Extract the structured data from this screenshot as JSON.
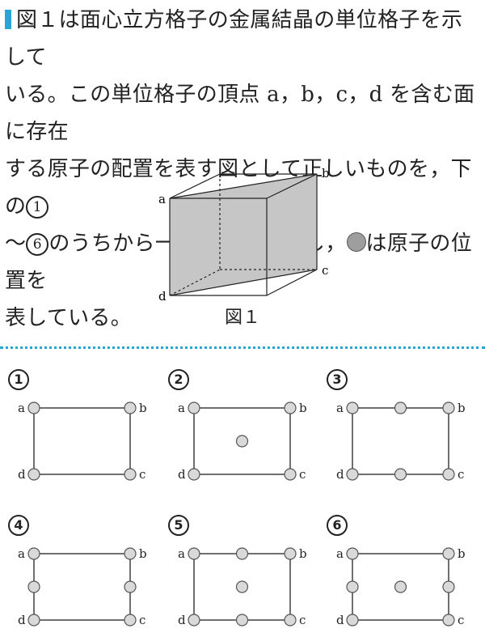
{
  "question": {
    "line1": "図１は面心立方格子の金属結晶の単位格子を示して",
    "line2": "いる。この単位格子の頂点 a，b，c，d を含む面に存在",
    "line3_pre": "する原子の配置を表す図として正しいものを，下の",
    "line4_pre": "〜",
    "line4_post": "のうちから一つ選べ。ただし，",
    "line4_tail": "は原子の位置を",
    "line5": "表している。",
    "first_choice": "1",
    "last_choice": "6"
  },
  "figure": {
    "caption": "図１",
    "vertices": {
      "a": "a",
      "b": "b",
      "c": "c",
      "d": "d"
    }
  },
  "colors": {
    "accent": "#2aa3d6",
    "atom_fill": "#d9d9d9",
    "plane_fill": "#c6c6c6"
  },
  "options": [
    {
      "number": "1",
      "labels": {
        "a": "a",
        "b": "b",
        "c": "c",
        "d": "d"
      },
      "atoms": [
        "corners"
      ]
    },
    {
      "number": "2",
      "labels": {
        "a": "a",
        "b": "b",
        "c": "c",
        "d": "d"
      },
      "atoms": [
        "corners",
        "center"
      ]
    },
    {
      "number": "3",
      "labels": {
        "a": "a",
        "b": "b",
        "c": "c",
        "d": "d"
      },
      "atoms": [
        "corners",
        "top-mid",
        "bottom-mid"
      ]
    },
    {
      "number": "4",
      "labels": {
        "a": "a",
        "b": "b",
        "c": "c",
        "d": "d"
      },
      "atoms": [
        "corners",
        "left-mid",
        "right-mid"
      ]
    },
    {
      "number": "5",
      "labels": {
        "a": "a",
        "b": "b",
        "c": "c",
        "d": "d"
      },
      "atoms": [
        "corners",
        "top-mid",
        "bottom-mid",
        "center"
      ]
    },
    {
      "number": "6",
      "labels": {
        "a": "a",
        "b": "b",
        "c": "c",
        "d": "d"
      },
      "atoms": [
        "corners",
        "left-mid",
        "right-mid",
        "center"
      ]
    }
  ]
}
